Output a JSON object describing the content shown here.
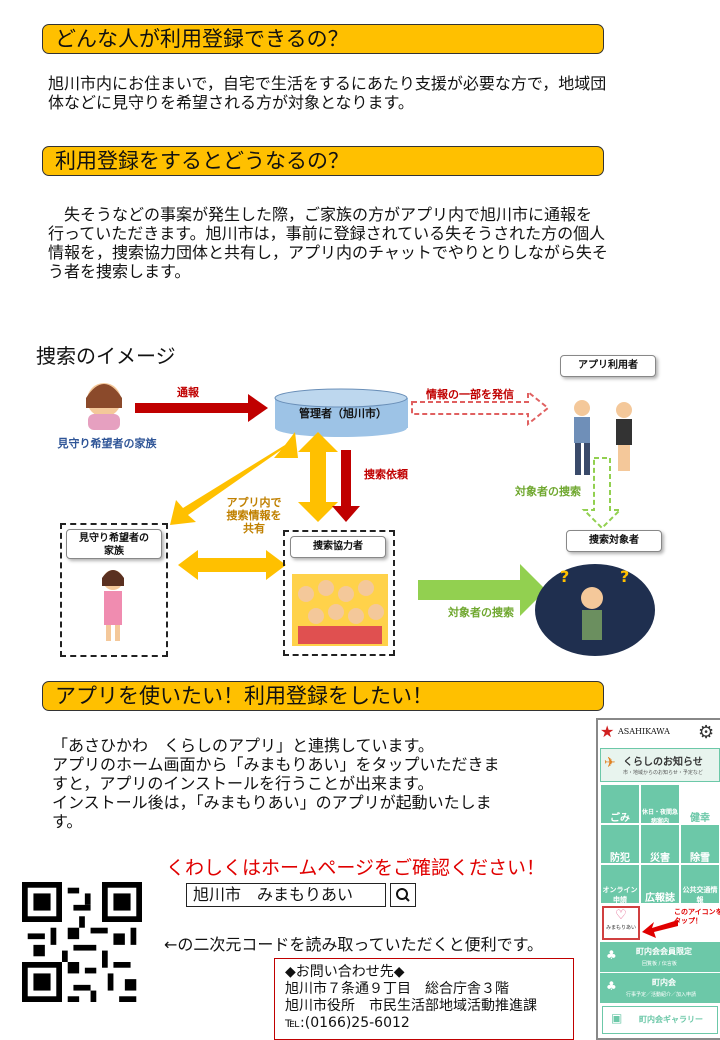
{
  "sections": {
    "who": {
      "title": "どんな人が利用登録できるの？",
      "body": [
        "旭川市内にお住まいで，自宅で生活をするにあたり支援が必要な方で，地域団",
        "体などに見守りを希望される方が対象となります。"
      ]
    },
    "what": {
      "title": "利用登録をするとどうなるの？",
      "body": [
        "　失そうなどの事案が発生した際，ご家族の方がアプリ内で旭川市に通報を",
        "行っていただきます。旭川市は，事前に登録されている失そうされた方の個人",
        "情報を，捜索協力団体と共有し，アプリ内のチャットでやりとりしながら失そ",
        "う者を捜索します。"
      ]
    },
    "apply": {
      "title": "アプリを使いたい！利用登録をしたい！",
      "body": [
        "「あさひかわ　くらしのアプリ」と連携しています。",
        "アプリのホーム画面から「みまもりあい」をタップいただきま",
        "すと，アプリのインストールを行うことが出来ます。",
        "インストール後は，「みまもりあい」のアプリが起動いたしま",
        "す。"
      ]
    }
  },
  "diagram": {
    "title": "捜索のイメージ",
    "family_label": "見守り希望者の家族",
    "report": "通報",
    "admin": "管理者（旭川市）",
    "partial_info": "情報の一部を発信",
    "app_user": "アプリ利用者",
    "search_request": "捜索依頼",
    "share": [
      "アプリ内で",
      "捜索情報を",
      "共有"
    ],
    "target_search_1": "対象者の捜索",
    "family_box": [
      "見守り希望者の",
      "家族"
    ],
    "cooperator": "捜索協力者",
    "target": "捜索対象者",
    "target_search_2": "対象者の捜索"
  },
  "homepage_notice": "くわしくはホームページをご確認ください！",
  "search_query": "旭川市　みまもりあい",
  "qr_note": "←の二次元コードを読み取っていただくと便利です。",
  "contact": {
    "heading": "◆お問い合わせ先◆",
    "address": "旭川市７条通９丁目　総合庁舎３階",
    "office": "旭川市役所　市民生活部地域活動推進課",
    "tel": "℡:(0166)25-6012"
  },
  "app_screen": {
    "brand": "ASAHIKAWA",
    "banner": "くらしのお知らせ",
    "banner_sub": "市・地域からのお知らせ・予定など",
    "tiles": [
      "ごみ",
      "休日・夜間急病案内",
      "健幸",
      "防犯",
      "災害",
      "除雪",
      "オンライン申請",
      "広報誌",
      "公共交通情報"
    ],
    "mimamori": "みまもりあい",
    "tap_hint": [
      "このアイコンを",
      "タップ！"
    ],
    "rows": [
      "町内会会員限定",
      "町内会",
      "町内会ギャラリー"
    ],
    "row_subs": [
      "回覧板 / 伝言板",
      "行事予定／活動紹介／加入申請",
      ""
    ]
  },
  "colors": {
    "header": "#ffc000",
    "red": "#c00000",
    "orange": "#ffc000",
    "green": "#92d050",
    "teal": "#6cc8a8"
  }
}
